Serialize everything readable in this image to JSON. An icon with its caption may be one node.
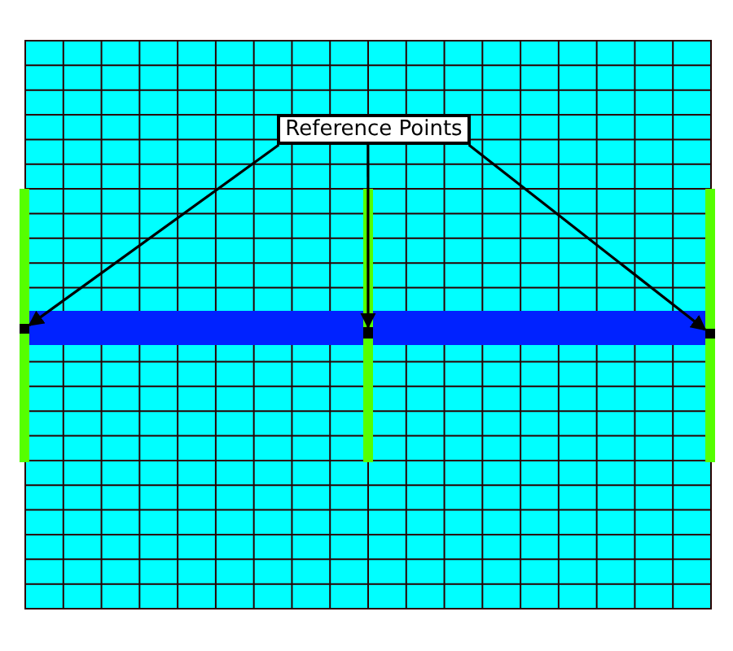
{
  "diagram": {
    "nodes": [
      {
        "text": [
          "Reference Points"
        ]
      },
      {
        "text": [],
        "shape": "box"
      },
      {
        "text": [],
        "shape": "box"
      },
      {
        "text": [],
        "shape": "box"
      }
    ],
    "edges": [
      {
        "from": 0,
        "to": 1,
        "arrow": "to"
      },
      {
        "from": 0,
        "to": 2,
        "arrow": "to"
      },
      {
        "from": 0,
        "to": 3,
        "arrow": "to"
      }
    ]
  }
}
